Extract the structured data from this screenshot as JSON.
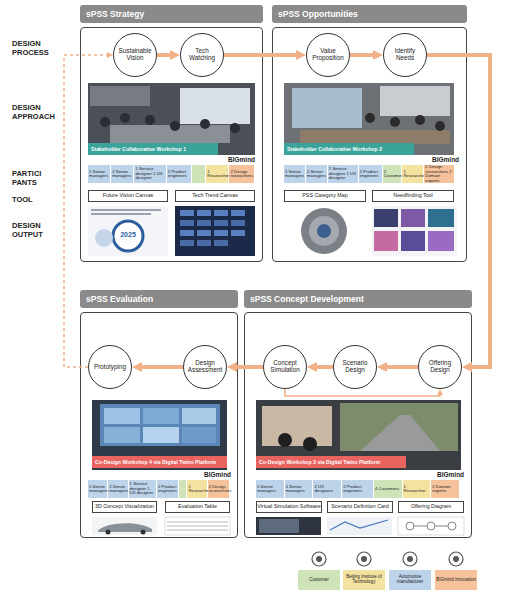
{
  "diagram": {
    "nodes": [
      {
        "text": [
          "sPSS Strategy"
        ]
      },
      {
        "text": [
          "Sustainable Vision"
        ],
        "in": 0
      },
      {
        "text": [
          "Tech Watching"
        ],
        "in": 0
      },
      {
        "text": [
          "Stakeholder Collaborative Workshop 1"
        ],
        "in": 0
      },
      {
        "text": [
          "1 Senior managers"
        ],
        "in": 0
      },
      {
        "text": [
          "2 Senior managers"
        ],
        "in": 0
      },
      {
        "text": [
          "1 Service designer 1 UX designer"
        ],
        "in": 0
      },
      {
        "text": [
          "2 Product engineers"
        ],
        "in": 0
      },
      {
        "text": [
          "1 Researcher"
        ],
        "in": 0
      },
      {
        "text": [
          "2 Design researchers"
        ],
        "in": 0
      },
      {
        "text": [
          "Future Vision Canvas"
        ],
        "in": 0
      },
      {
        "text": [
          "Tech Trend Canvas"
        ],
        "in": 0
      },
      {
        "text": [
          "sPSS Opportunities"
        ]
      },
      {
        "text": [
          "Value Proposition"
        ],
        "in": 12
      },
      {
        "text": [
          "Identify Needs"
        ],
        "in": 12
      },
      {
        "text": [
          "Stakeholder Collaborative Workshop 2"
        ],
        "in": 12
      },
      {
        "text": [
          "1 Senior managers"
        ],
        "in": 12
      },
      {
        "text": [
          "2 Senior managers"
        ],
        "in": 12
      },
      {
        "text": [
          "1 Service designer 1 UX designer"
        ],
        "in": 12
      },
      {
        "text": [
          "2 Product engineers"
        ],
        "in": 12
      },
      {
        "text": [
          "2 Customers"
        ],
        "in": 12
      },
      {
        "text": [
          "1 Researcher"
        ],
        "in": 12
      },
      {
        "text": [
          "2 Design researchers 2 Domain experts"
        ],
        "in": 12
      },
      {
        "text": [
          "PSS Category Map"
        ],
        "in": 12
      },
      {
        "text": [
          "Needfinding Tool"
        ],
        "in": 12
      },
      {
        "text": [
          "sPSS Evaluation"
        ]
      },
      {
        "text": [
          "Prototyping"
        ],
        "in": 25
      },
      {
        "text": [
          "Design Assessment"
        ],
        "in": 25
      },
      {
        "text": [
          "Co-Design Workshop 4 via Digital Twins Platform"
        ],
        "in": 25
      },
      {
        "text": [
          "1 Senior managers"
        ],
        "in": 25
      },
      {
        "text": [
          "2 Senior managers"
        ],
        "in": 25
      },
      {
        "text": [
          "1 Service designer 1 UX designer"
        ],
        "in": 25
      },
      {
        "text": [
          "2 Product engineers"
        ],
        "in": 25
      },
      {
        "text": [
          "1 Researcher"
        ],
        "in": 25
      },
      {
        "text": [
          "2 Design researchers"
        ],
        "in": 25
      },
      {
        "text": [
          "3D Concept Visualization"
        ],
        "in": 25
      },
      {
        "text": [
          "Evaluation Table"
        ],
        "in": 25
      },
      {
        "text": [
          "sPSS Concept Development"
        ]
      },
      {
        "text": [
          "Concept Simulation"
        ],
        "in": 37
      },
      {
        "text": [
          "Scenario Design"
        ],
        "in": 37
      },
      {
        "text": [
          "Offering Design"
        ],
        "in": 37
      },
      {
        "text": [
          "Co-Design Workshop 3 via Digital Twins Platform"
        ],
        "in": 37
      },
      {
        "text": [
          "1 Senior managers"
        ],
        "in": 37
      },
      {
        "text": [
          "2 Senior managers"
        ],
        "in": 37
      },
      {
        "text": [
          "2 UX designers"
        ],
        "in": 37
      },
      {
        "text": [
          "2 Product engineers"
        ],
        "in": 37
      },
      {
        "text": [
          "4 Customers"
        ],
        "in": 37
      },
      {
        "text": [
          "1 Researcher"
        ],
        "in": 37
      },
      {
        "text": [
          "2 Domain experts"
        ],
        "in": 37
      },
      {
        "text": [
          "Virtual Simulation Software"
        ],
        "in": 37
      },
      {
        "text": [
          "Scenario Definition Card"
        ],
        "in": 37
      },
      {
        "text": [
          "Offering Diagram"
        ],
        "in": 37
      }
    ],
    "edges": [
      {
        "from": 1,
        "to": 2,
        "arrow": "to"
      },
      {
        "from": 2,
        "to": 13,
        "arrow": "to"
      },
      {
        "from": 13,
        "to": 14,
        "arrow": "to"
      },
      {
        "from": 14,
        "to": 40,
        "arrow": "to"
      },
      {
        "from": 40,
        "to": 39,
        "arrow": "to"
      },
      {
        "from": 39,
        "to": 38,
        "arrow": "to"
      },
      {
        "from": 38,
        "to": 27,
        "arrow": "to"
      },
      {
        "from": 27,
        "to": 26,
        "arrow": "to"
      },
      {
        "from": 26,
        "to": 1,
        "arrow": "to"
      },
      {
        "from": 38,
        "to": 40,
        "arrow": "to"
      }
    ],
    "labels": [
      "DESIGN PROCESS",
      "DESIGN APPROACH",
      "PARTICI PANTS",
      "TOOL",
      "DESIGN OUTPUT",
      "BIGmind",
      "BIGmind",
      "BIGmind",
      "BIGmind",
      "2025"
    ],
    "legend": [
      {
        "text": "Customer",
        "color": "#cfe3b8"
      },
      {
        "text": "Beijing Institute of Technology",
        "color": "#f4e2a1"
      },
      {
        "text": "Automotive manufacturer",
        "color": "#bcd3ea"
      },
      {
        "text": "BIGmind Innovation",
        "color": "#f5c29c"
      }
    ]
  }
}
